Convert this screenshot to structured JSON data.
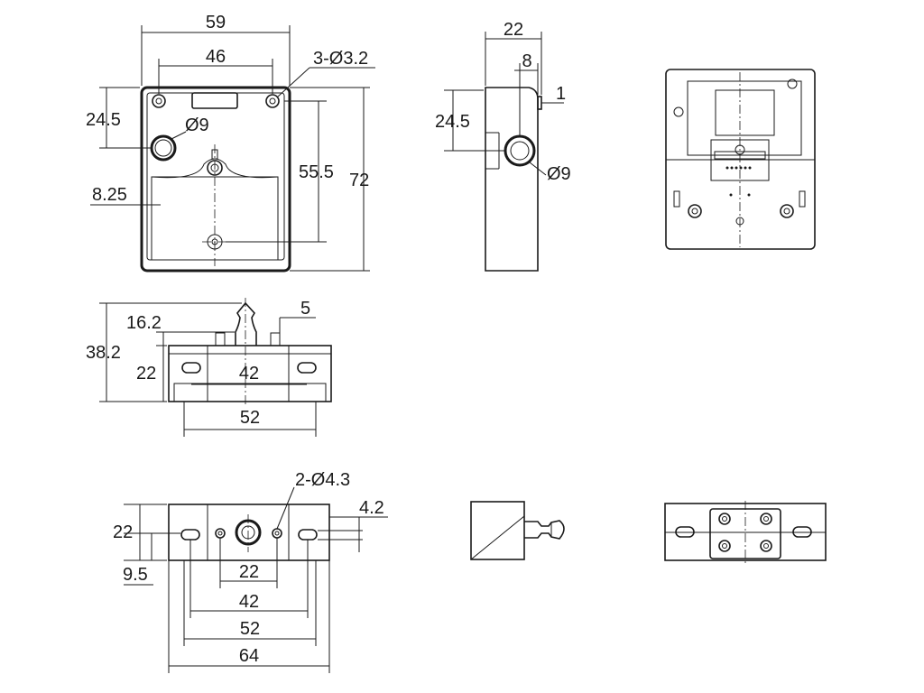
{
  "dimensions": {
    "front_width": "59",
    "front_hole_spacing": "46",
    "front_holes": "3-Ø3.2",
    "front_top_to_hole": "24.5",
    "front_hole_dia": "Ø9",
    "front_edge_offset": "8.25",
    "front_inner_height": "55.5",
    "front_height": "72",
    "side_depth": "22",
    "side_step": "8",
    "side_lip": "1",
    "side_top_to_hole": "24.5",
    "side_hole_dia": "Ø9",
    "top_total_height": "38.2",
    "top_stud_height": "16.2",
    "top_body_height": "22",
    "top_pin_width": "5",
    "top_slot_spacing": "42",
    "top_body_width": "52",
    "bottom_holes": "2-Ø4.3",
    "bottom_height": "22",
    "bottom_offset": "9.5",
    "bottom_gap": "4.2",
    "bottom_hole_spacing": "22",
    "bottom_slot_spacing": "42",
    "bottom_body_width": "52",
    "bottom_total_width": "64"
  }
}
